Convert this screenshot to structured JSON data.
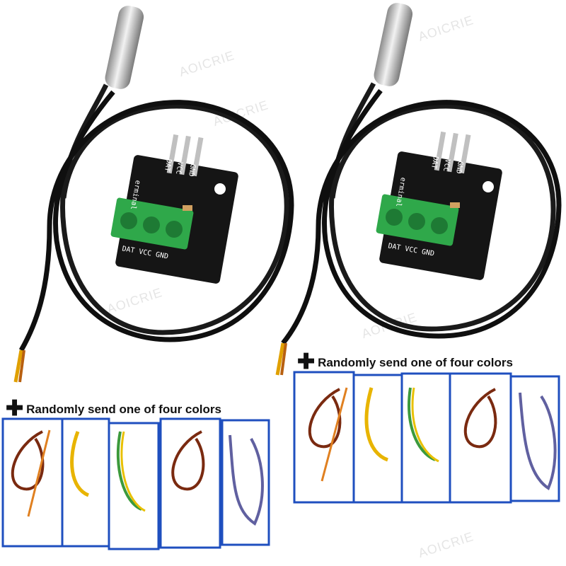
{
  "watermark": "AOICRIE",
  "left_product": {
    "pin_labels": [
      "DAT",
      "VCC",
      "GND"
    ],
    "terminal_label": "erminal",
    "bottom_labels": "DAT VCC GND",
    "caption_plus": "✚",
    "caption": "Randomly send one of four colors"
  },
  "right_product": {
    "pin_labels": [
      "DAT",
      "VCC",
      "GND"
    ],
    "terminal_label": "erminal",
    "bottom_labels": "DAT VCC GND",
    "caption_plus": "✚",
    "caption": "Randomly send one of four colors"
  },
  "wire_colors": [
    "#7a2a10",
    "#e8b400",
    "#3c9a3c",
    "#7a2a10",
    "#6060a0"
  ],
  "accent": {
    "frame_blue": "#1f4fbf",
    "terminal_green": "#2fa84a",
    "pcb_black": "#151515"
  }
}
